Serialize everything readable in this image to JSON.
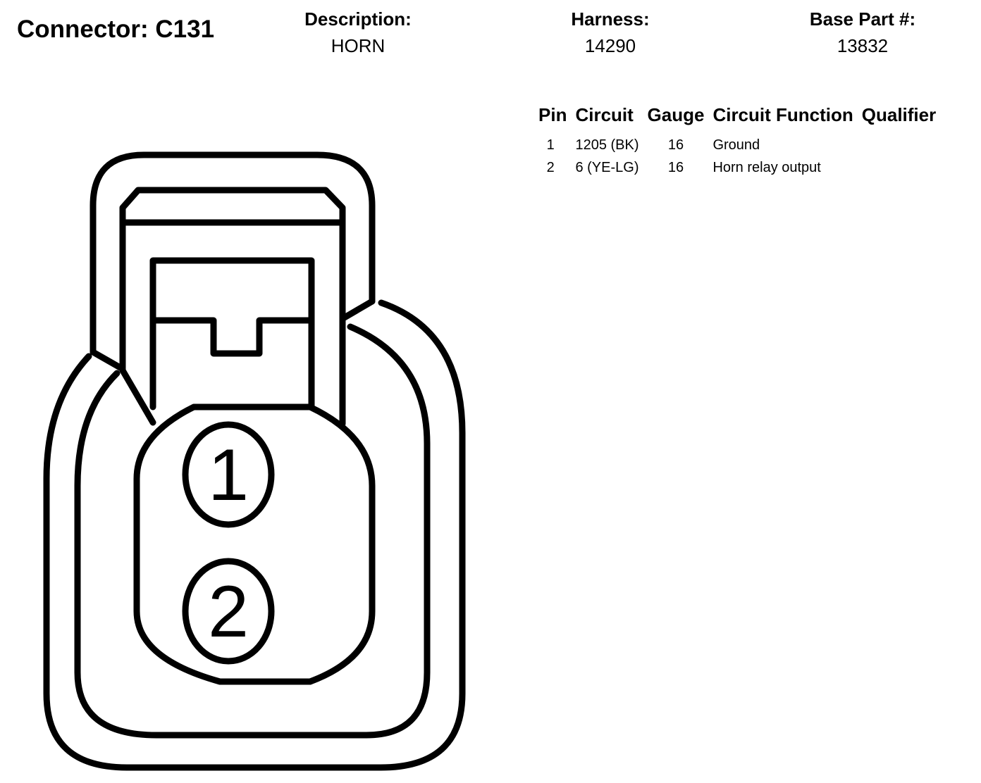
{
  "header": {
    "connector_title": "Connector: C131",
    "description_label": "Description:",
    "description_value": "HORN",
    "harness_label": "Harness:",
    "harness_value": "14290",
    "base_part_label": "Base Part #:",
    "base_part_value": "13832"
  },
  "pin_table": {
    "columns": [
      "Pin",
      "Circuit",
      "Gauge",
      "Circuit Function",
      "Qualifier"
    ],
    "rows": [
      {
        "pin": "1",
        "circuit": "1205 (BK)",
        "gauge": "16",
        "function": "Ground",
        "qualifier": ""
      },
      {
        "pin": "2",
        "circuit": "6 (YE-LG)",
        "gauge": "16",
        "function": "Horn relay output",
        "qualifier": ""
      }
    ]
  },
  "diagram": {
    "pins": [
      "1",
      "2"
    ]
  }
}
